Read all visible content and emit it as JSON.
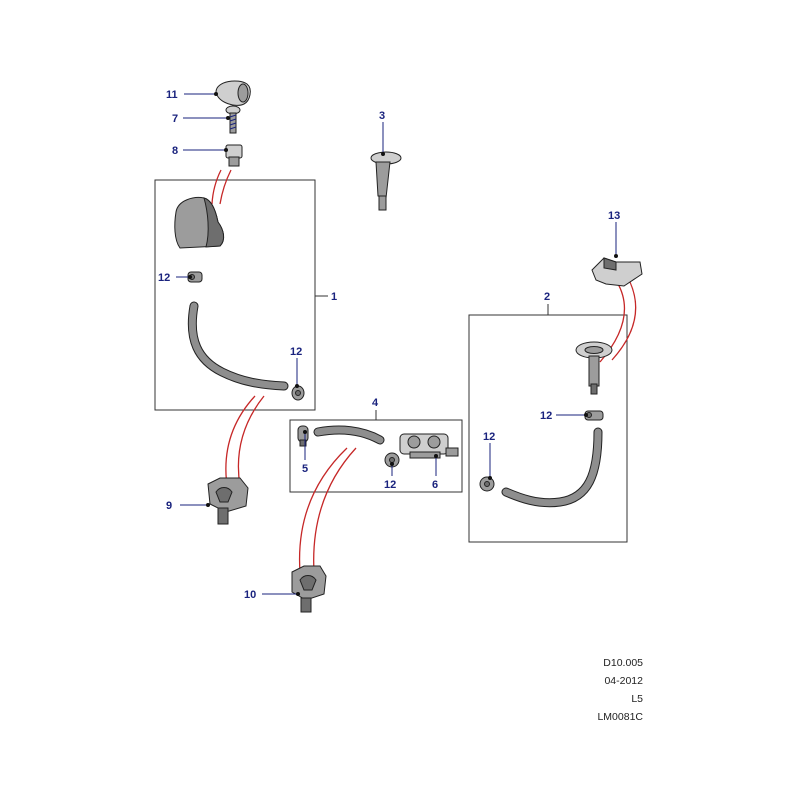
{
  "callouts": {
    "c1": "1",
    "c2": "2",
    "c3": "3",
    "c4": "4",
    "c5": "5",
    "c6": "6",
    "c7": "7",
    "c8": "8",
    "c9": "9",
    "c10": "10",
    "c11": "11",
    "c12a": "12",
    "c12b": "12",
    "c12c": "12",
    "c12d": "12",
    "c12e": "12",
    "c13": "13"
  },
  "reference": {
    "code": "D10.005",
    "date": "04-2012",
    "level": "L5",
    "illustration": "LM0081C"
  },
  "colors": {
    "callout": "#1a237e",
    "link_lines": "#c62828",
    "frame": "#333333"
  }
}
